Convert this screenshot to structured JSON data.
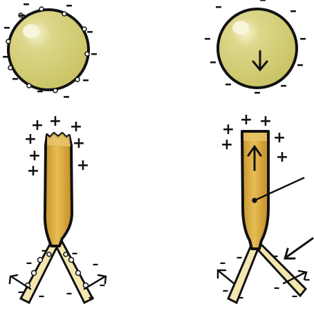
{
  "panels": [
    {
      "id": "top-left",
      "shape": "sphere",
      "charge_type": "negative",
      "arrow": "none"
    },
    {
      "id": "top-right",
      "shape": "sphere",
      "charge_type": "negative",
      "arrow": "down"
    },
    {
      "id": "bottom-left",
      "shape": "forked-tube",
      "tip_charge": "positive",
      "fork_charge": "negative",
      "arrow": "none"
    },
    {
      "id": "bottom-right",
      "shape": "forked-tube",
      "tip_charge": "positive",
      "fork_charge": "negative",
      "arrow": "up"
    }
  ],
  "symbols": {
    "positive": "+",
    "negative": "–"
  },
  "colors": {
    "sphere_fill": "#d8d27a",
    "sphere_highlight": "#f6f3d0",
    "tube_fill": "#dcae3e",
    "tube_tip_fill": "#e6c66a",
    "fork_fill": "#f3e6b0",
    "outline": "#111111"
  }
}
